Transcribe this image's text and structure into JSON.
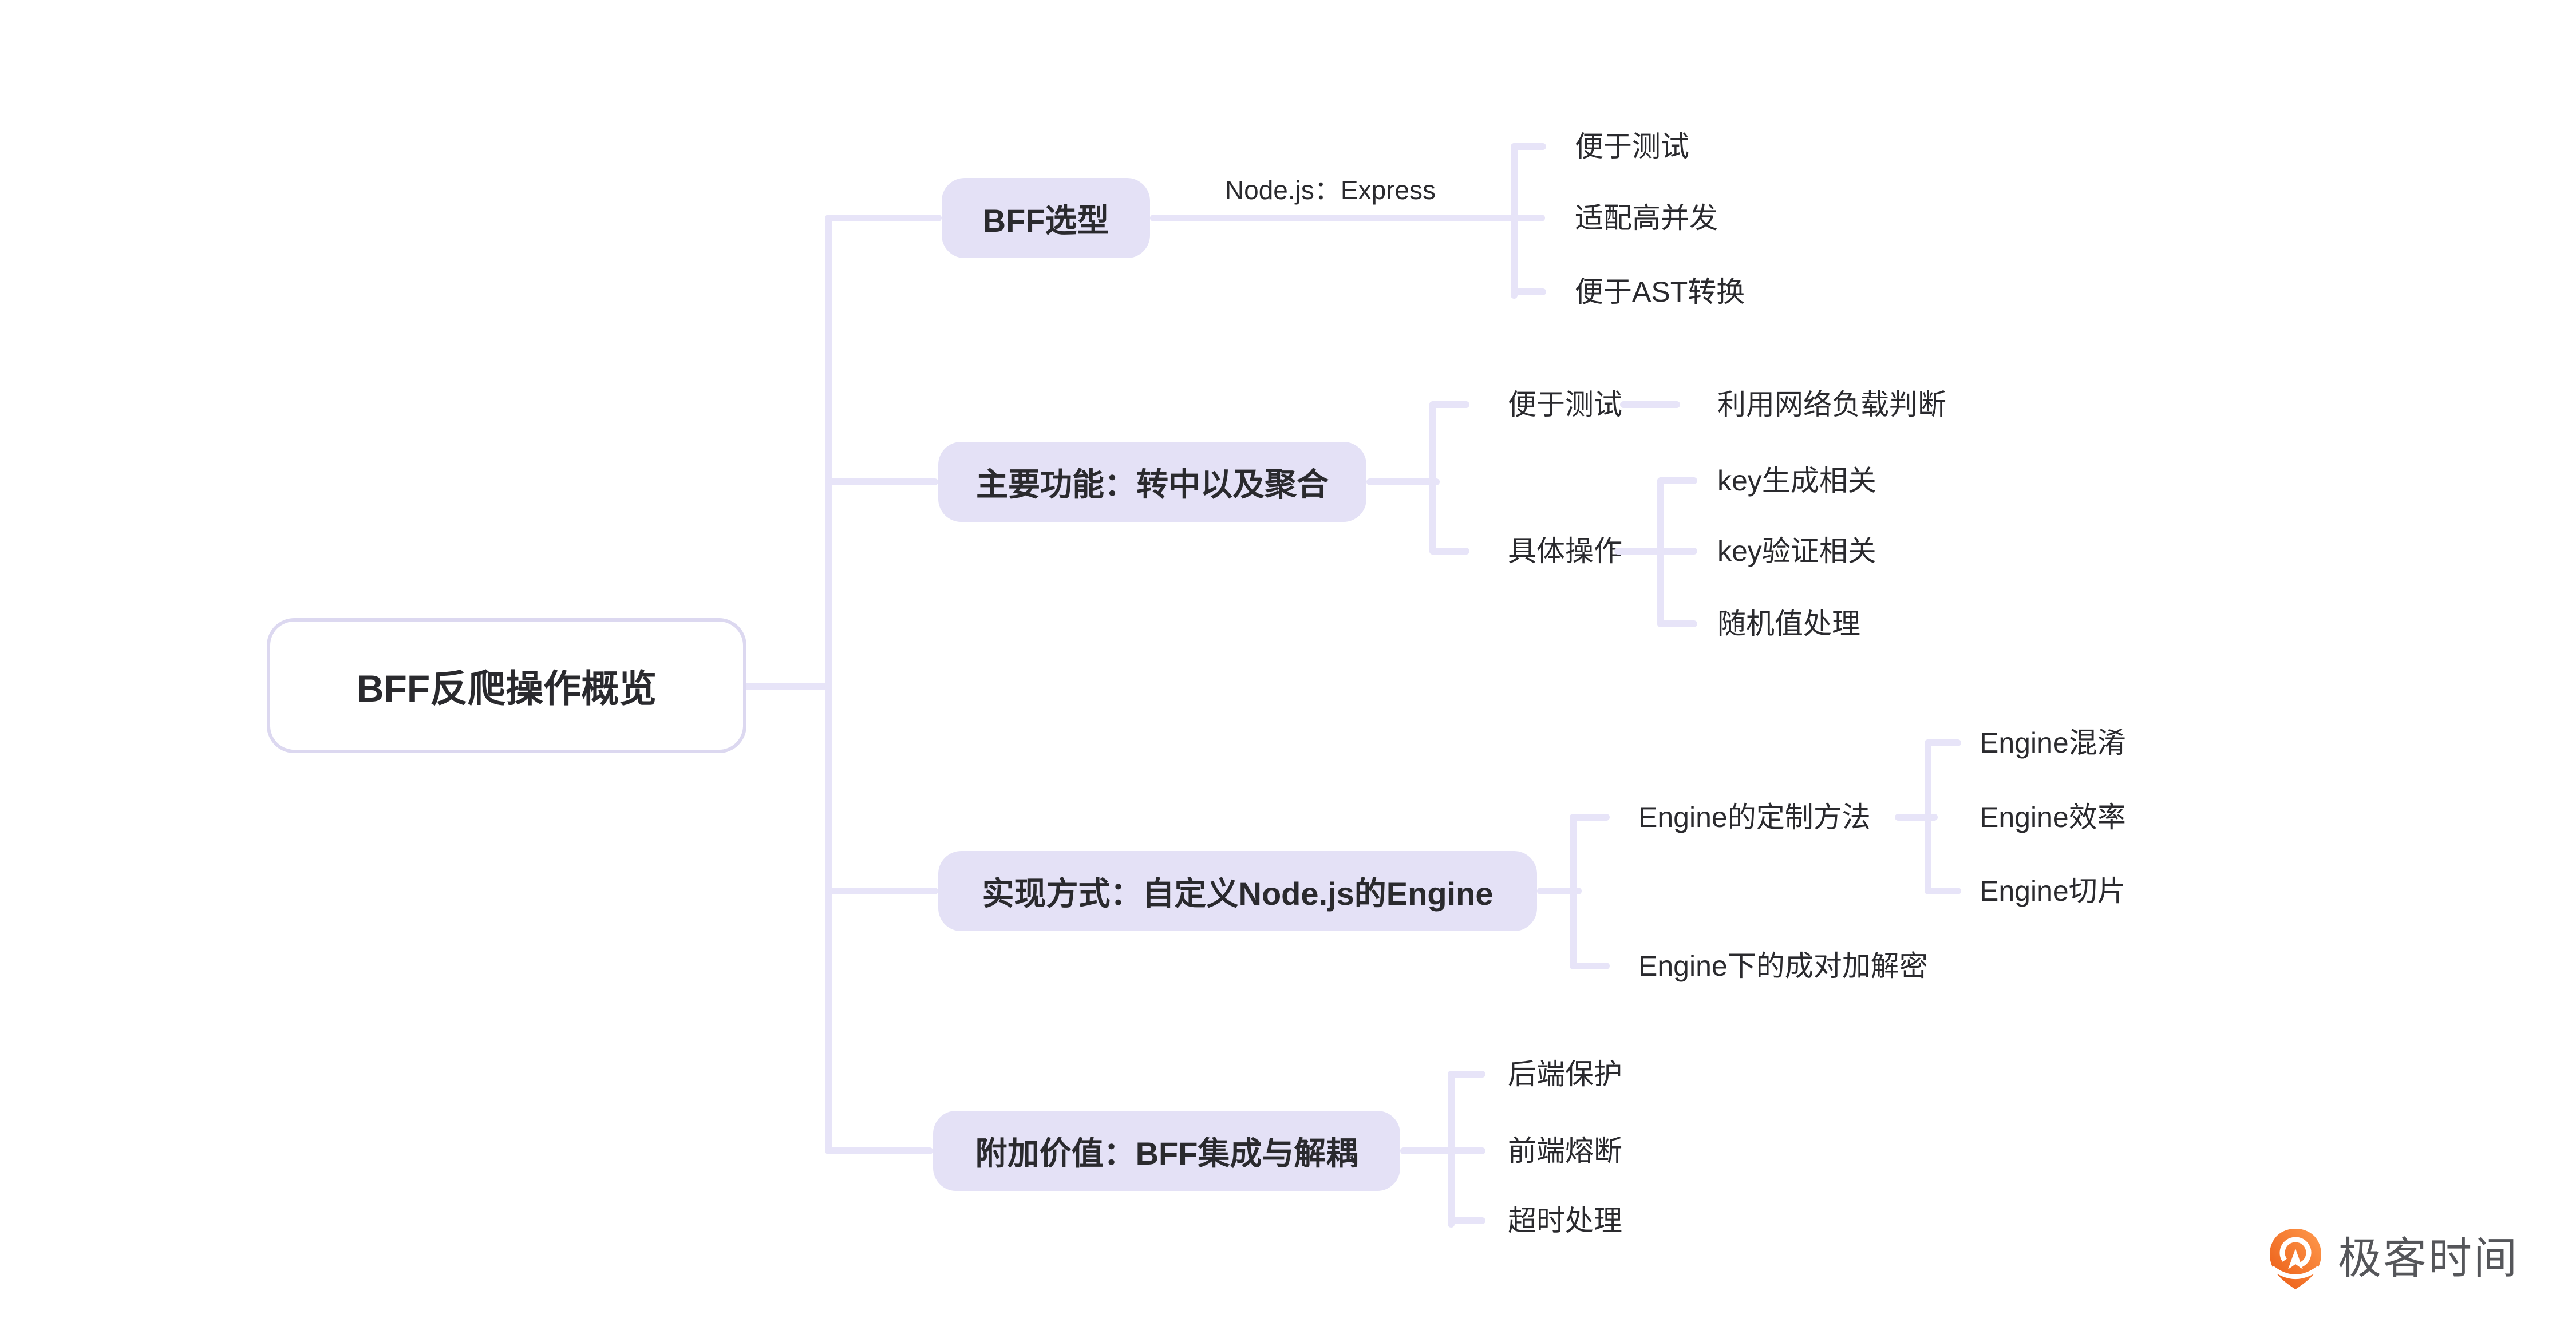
{
  "diagram": {
    "root": {
      "label": "BFF反爬操作概览"
    },
    "branches": [
      {
        "label": "BFF选型",
        "edge_label": "Node.js：Express",
        "children": [
          {
            "label": "便于测试"
          },
          {
            "label": "适配高并发"
          },
          {
            "label": "便于AST转换"
          }
        ]
      },
      {
        "label": "主要功能：转中以及聚合",
        "children": [
          {
            "label": "便于测试",
            "children": [
              {
                "label": "利用网络负载判断"
              }
            ]
          },
          {
            "label": "具体操作",
            "children": [
              {
                "label": "key生成相关"
              },
              {
                "label": "key验证相关"
              },
              {
                "label": "随机值处理"
              }
            ]
          }
        ]
      },
      {
        "label": "实现方式：自定义Node.js的Engine",
        "children": [
          {
            "label": "Engine的定制方法",
            "children": [
              {
                "label": "Engine混淆"
              },
              {
                "label": "Engine效率"
              },
              {
                "label": "Engine切片"
              }
            ]
          },
          {
            "label": "Engine下的成对加解密"
          }
        ]
      },
      {
        "label": "附加价值：BFF集成与解耦",
        "children": [
          {
            "label": "后端保护"
          },
          {
            "label": "前端熔断"
          },
          {
            "label": "超时处理"
          }
        ]
      }
    ]
  },
  "watermark": {
    "text": "极客时间"
  },
  "colors": {
    "node_fill": "#e4e1f6",
    "connector": "#e7e4f8",
    "root_border": "#dcd8f0",
    "text": "#2a2a2e",
    "logo_orange": "#ee6018",
    "logo_text": "#55565a"
  }
}
